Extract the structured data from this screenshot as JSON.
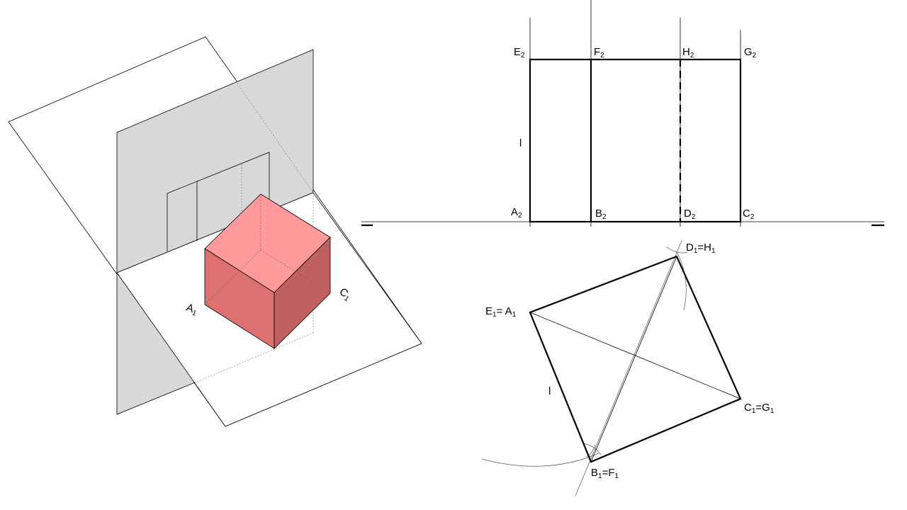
{
  "colors": {
    "cube_top": "#ff9a9a",
    "cube_left": "#dd7070",
    "cube_right": "#c06060",
    "vertical_plane": "#d8d8d8"
  },
  "perspective": {
    "label_a": {
      "main": "A",
      "sub": "1"
    },
    "label_c": {
      "main": "C",
      "sub": "1"
    }
  },
  "elevation": {
    "E2": {
      "main": "E",
      "sub": "2"
    },
    "F2": {
      "main": "F",
      "sub": "2"
    },
    "H2": {
      "main": "H",
      "sub": "2"
    },
    "G2": {
      "main": "G",
      "sub": "2"
    },
    "A2": {
      "main": "A",
      "sub": "2"
    },
    "B2": {
      "main": "B",
      "sub": "2"
    },
    "D2": {
      "main": "D",
      "sub": "2"
    },
    "C2": {
      "main": "C",
      "sub": "2"
    },
    "edge_l": "l"
  },
  "plan": {
    "E1A1": {
      "p1": "E",
      "s1": "1",
      "eq": "= A",
      "s2": "1"
    },
    "D1H1": {
      "p1": "D",
      "s1": "1",
      "eq": "=H",
      "s2": "1"
    },
    "C1G1": {
      "p1": "C",
      "s1": "1",
      "eq": "=G",
      "s2": "1"
    },
    "B1F1": {
      "p1": "B",
      "s1": "1",
      "eq": "=F",
      "s2": "1"
    },
    "edge_l": "l"
  }
}
